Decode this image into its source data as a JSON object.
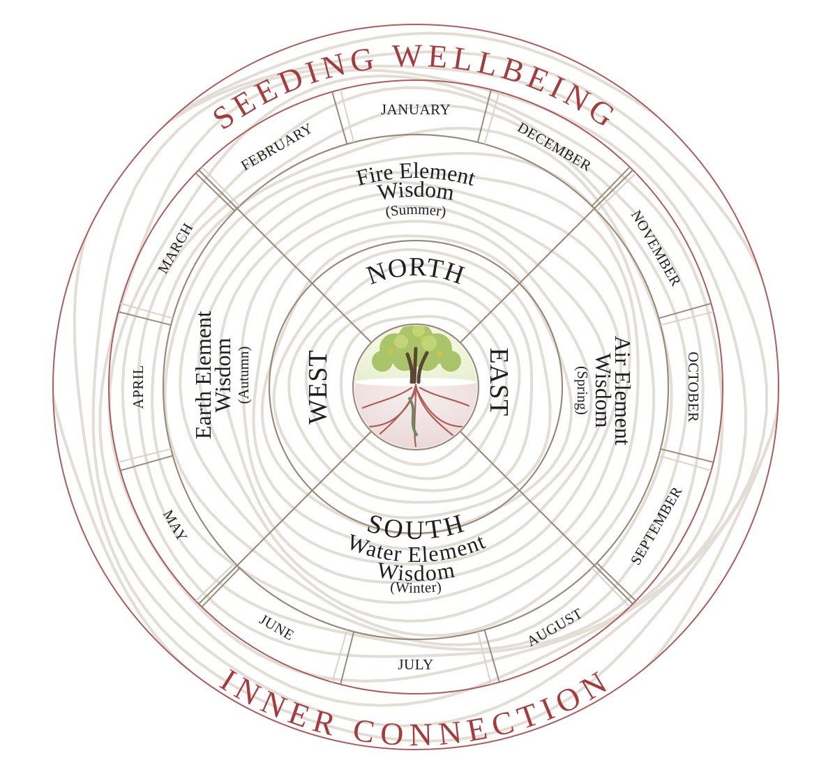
{
  "titles": {
    "top": "SEEDING WELLBEING",
    "bottom": "INNER CONNECTION"
  },
  "months": [
    {
      "name": "JANUARY"
    },
    {
      "name": "DECEMBER"
    },
    {
      "name": "NOVEMBER"
    },
    {
      "name": "OCTOBER"
    },
    {
      "name": "SEPTEMBER"
    },
    {
      "name": "AUGUST"
    },
    {
      "name": "JULY"
    },
    {
      "name": "JUNE"
    },
    {
      "name": "MAY"
    },
    {
      "name": "APRIL"
    },
    {
      "name": "MARCH"
    },
    {
      "name": "FEBRUARY"
    }
  ],
  "elements": {
    "fire": {
      "line1": "Fire Element",
      "line2": "Wisdom",
      "season": "(Summer)"
    },
    "air": {
      "line1": "Air Element",
      "line2": "Wisdom",
      "season": "(Spring)"
    },
    "water": {
      "line1": "Water Element",
      "line2": "Wisdom",
      "season": "(Winter)"
    },
    "earth": {
      "line1": "Earth Element",
      "line2": "Wisdom",
      "season": "(Autumn)"
    }
  },
  "directions": {
    "north": "NORTH",
    "east": "EAST",
    "south": "SOUTH",
    "west": "WEST"
  },
  "colors": {
    "title_red": "#a63b3e",
    "ring_red": "#b05a5c",
    "ring_tan": "#9a8a78",
    "grain": "#e2ddd5",
    "text": "#1f1f1f"
  },
  "center_icon": "tree-of-life-icon"
}
